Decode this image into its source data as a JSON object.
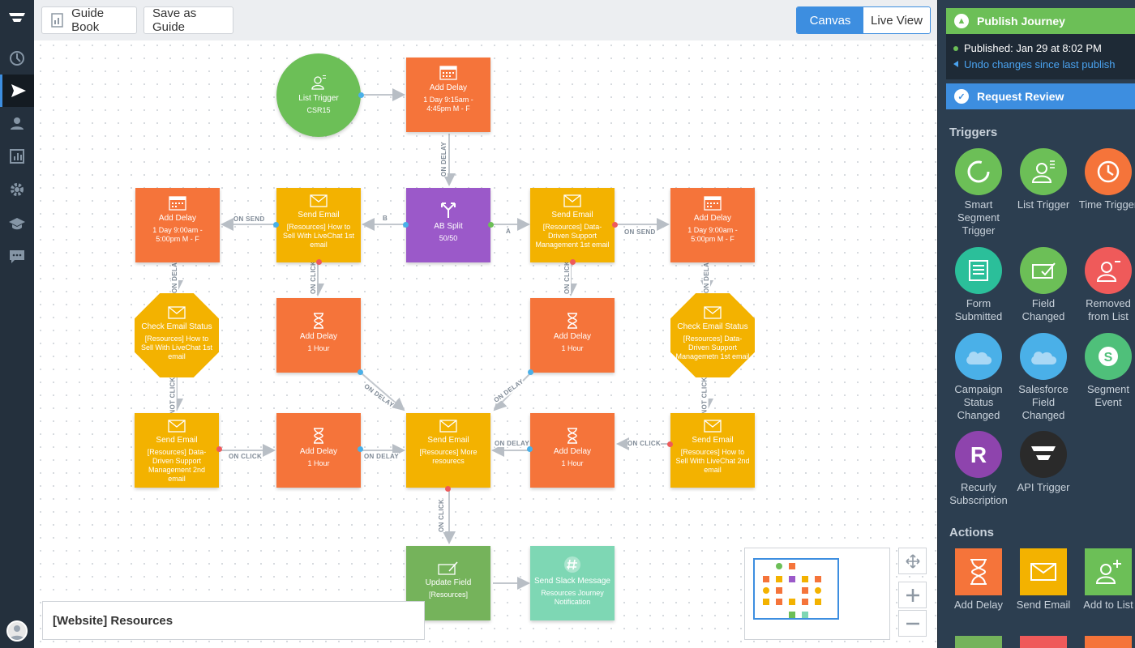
{
  "toolbar": {
    "guide_book": "Guide Book",
    "save_as_guide": "Save as Guide",
    "canvas": "Canvas",
    "live_view": "Live View"
  },
  "journey_name": "[Website] Resources",
  "nodes": {
    "list_trigger": {
      "title": "List Trigger",
      "sub": "CSR15"
    },
    "delay_top": {
      "title": "Add Delay",
      "sub": "1 Day 9:15am - 4:45pm M - F"
    },
    "ab_split": {
      "title": "AB Split",
      "sub": "50/50"
    },
    "email_b": {
      "title": "Send Email",
      "sub": "[Resources] How to Sell With LiveChat 1st email"
    },
    "delay_left": {
      "title": "Add Delay",
      "sub": "1 Day 9:00am - 5:00pm M - F"
    },
    "email_a": {
      "title": "Send Email",
      "sub": "[Resources] Data-Driven Support Management 1st email"
    },
    "delay_right": {
      "title": "Add Delay",
      "sub": "1 Day 9:00am - 5:00pm M - F"
    },
    "check_left": {
      "title": "Check Email Status",
      "sub": "[Resources] How to Sell With LiveChat 1st email"
    },
    "delay_1h_b": {
      "title": "Add Delay",
      "sub": "1 Hour"
    },
    "delay_1h_a": {
      "title": "Add Delay",
      "sub": "1 Hour"
    },
    "check_right": {
      "title": "Check Email Status",
      "sub": "[Resources] Data-Driven Support Managemetn 1st email"
    },
    "email_left2": {
      "title": "Send Email",
      "sub": "[Resources] Data-Driven Support Management 2nd email"
    },
    "delay_1h_left": {
      "title": "Add Delay",
      "sub": "1 Hour"
    },
    "email_more": {
      "title": "Send Email",
      "sub": "[Resources] More resourecs"
    },
    "delay_1h_right": {
      "title": "Add Delay",
      "sub": "1 Hour"
    },
    "email_right2": {
      "title": "Send Email",
      "sub": "[Resources] How to Sell With LiveChat 2nd email"
    },
    "update_field": {
      "title": "Update Field",
      "sub": "[Resources]"
    },
    "slack": {
      "title": "Send Slack Message",
      "sub": "Resources Journey Notification"
    }
  },
  "edge_labels": {
    "on_delay": "ON DELAY",
    "on_send": "ON SEND",
    "on_click": "ON CLICK",
    "not_click": "NOT CLICK",
    "a": "A",
    "b": "B"
  },
  "panel": {
    "publish": "Publish Journey",
    "published": "Published: Jan 29 at 8:02 PM",
    "undo": "Undo changes since last publish",
    "review": "Request Review",
    "triggers_heading": "Triggers",
    "actions_heading": "Actions",
    "triggers": [
      {
        "label": "Smart Segment Trigger",
        "icon": "smart-segment-icon",
        "color": "#6cbf57"
      },
      {
        "label": "List Trigger",
        "icon": "list-trigger-icon",
        "color": "#6cbf57"
      },
      {
        "label": "Time Trigger",
        "icon": "clock-icon",
        "color": "#f5743a"
      },
      {
        "label": "Form Submitted",
        "icon": "form-icon",
        "color": "#2bbf9a"
      },
      {
        "label": "Field Changed",
        "icon": "field-icon",
        "color": "#6cbf57"
      },
      {
        "label": "Removed from List",
        "icon": "remove-user-icon",
        "color": "#ef5a5a"
      },
      {
        "label": "Campaign Status Changed",
        "icon": "salesforce-icon",
        "color": "#4ab0e8"
      },
      {
        "label": "Salesforce Field Changed",
        "icon": "salesforce-icon",
        "color": "#4ab0e8"
      },
      {
        "label": "Segment Event",
        "icon": "segment-icon",
        "color": "#4fc07a"
      },
      {
        "label": "Recurly Subscription",
        "icon": "recurly-icon",
        "color": "#8e44ad"
      },
      {
        "label": "API Trigger",
        "icon": "api-icon",
        "color": "#2a2a2a"
      }
    ],
    "actions": [
      {
        "label": "Add Delay",
        "icon": "hourglass-icon",
        "color": "#f5743a"
      },
      {
        "label": "Send Email",
        "icon": "envelope-icon",
        "color": "#f3b200"
      },
      {
        "label": "Add to List",
        "icon": "add-user-icon",
        "color": "#6cbf57"
      }
    ]
  }
}
